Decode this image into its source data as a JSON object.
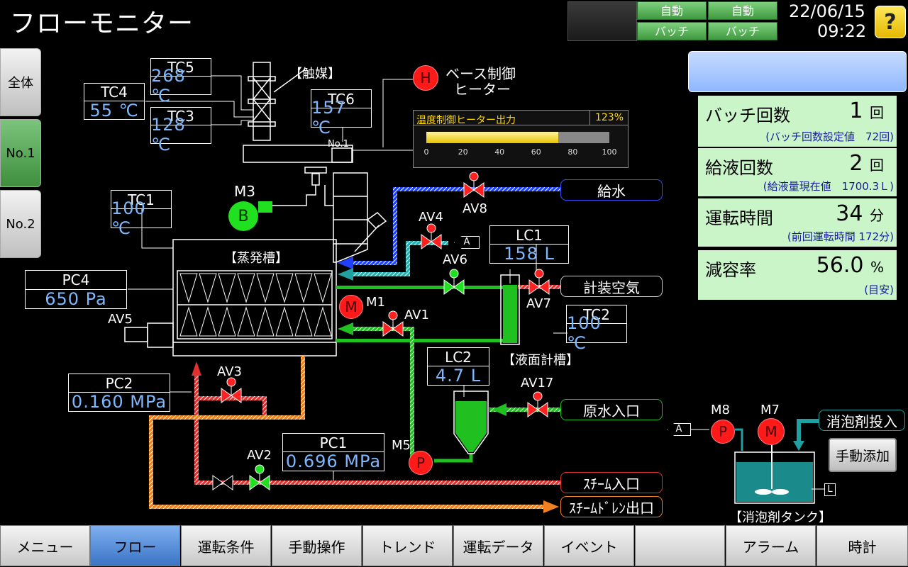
{
  "header": {
    "title": "フローモニター",
    "mode_top_1": "自動",
    "mode_top_2": "自動",
    "mode_bottom_1": "バッチ",
    "mode_bottom_2": "バッチ",
    "date": "22/06/15",
    "time": "09:22",
    "help_label": "?"
  },
  "sidebar": {
    "items": [
      {
        "label": "全体"
      },
      {
        "label": "No.1"
      },
      {
        "label": "No.2"
      }
    ]
  },
  "tags": {
    "tc5": {
      "label": "TC5",
      "value": "268 ℃"
    },
    "tc4": {
      "label": "TC4",
      "value": "55 ℃"
    },
    "tc3": {
      "label": "TC3",
      "value": "128 ℃"
    },
    "tc6": {
      "label": "TC6",
      "value": "157 ℃"
    },
    "tc1": {
      "label": "TC1",
      "value": "100 ℃"
    },
    "pc4": {
      "label": "PC4",
      "value": "650 Pa"
    },
    "lc1": {
      "label": "LC1",
      "value": "158 L"
    },
    "tc2": {
      "label": "TC2",
      "value": "100 ℃"
    },
    "lc2": {
      "label": "LC2",
      "value": "4.7 L"
    },
    "pc2": {
      "label": "PC2",
      "value": "0.160 MPa"
    },
    "pc1": {
      "label": "PC1",
      "value": "0.696 MPa"
    }
  },
  "heater": {
    "symbol": "H",
    "name_line1": "ベース制御",
    "name_line2": "ヒーター",
    "output_label": "温度制御ヒーター出力",
    "output_percent_text": "123%",
    "bar_fill_percent": 72,
    "ticks": [
      "0",
      "20",
      "40",
      "60",
      "80",
      "100"
    ]
  },
  "diagram": {
    "catalyst_label": "【触媒】",
    "evaporator_label": "【蒸発槽】",
    "level_tank_label": "【液面計槽】",
    "antifoam_tank_label": "【消泡剤タンク】",
    "no1_label": "No.1",
    "m3": "M3",
    "m3_symbol": "B",
    "m1": "M1",
    "m1_symbol": "M",
    "m5": "M5",
    "m5_symbol": "P",
    "m8": "M8",
    "m8_symbol": "P",
    "m7": "M7",
    "m7_symbol": "M",
    "av1": "AV1",
    "av2": "AV2",
    "av3": "AV3",
    "av4": "AV4",
    "av5": "AV5",
    "av6": "AV6",
    "av7": "AV7",
    "av8": "AV8",
    "av17": "AV17",
    "arrow_a1": "A",
    "arrow_a2": "A",
    "level_l": "L"
  },
  "destinations": {
    "water": "給水",
    "instrument_air": "計装空気",
    "raw_water_in": "原水入口",
    "steam_in": "ｽﾁｰﾑ入口",
    "steam_drain_out": "ｽﾁｰﾑﾄﾞﾚﾝ出口",
    "antifoam_in": "消泡剤投入",
    "manual_add": "手動添加"
  },
  "cards": [
    {
      "title": "バッチ回数",
      "value": "1",
      "unit": "回",
      "sub": "(バッチ回数設定値　72回)"
    },
    {
      "title": "給液回数",
      "value": "2",
      "unit": "回",
      "sub": "(給液量現在値　1700.3Ｌ)"
    },
    {
      "title": "運転時間",
      "value": "34",
      "unit": "分",
      "sub": "(前回運転時間 172分)"
    },
    {
      "title": "減容率",
      "value": "56.0",
      "unit": "%",
      "sub": "(目安)"
    }
  ],
  "nav": {
    "items": [
      {
        "label": "メニュー"
      },
      {
        "label": "フロー"
      },
      {
        "label": "運転条件"
      },
      {
        "label": "手動操作"
      },
      {
        "label": "トレンド"
      },
      {
        "label": "運転データ"
      },
      {
        "label": "イベント"
      },
      {
        "label": ""
      },
      {
        "label": "アラーム"
      },
      {
        "label": "時計"
      }
    ]
  },
  "colors": {
    "steam": "#e03030",
    "drain": "#f08020",
    "water": "#2040ff",
    "air": "#20c0c0",
    "liquid": "#20c020",
    "value": "#7db8ff"
  }
}
